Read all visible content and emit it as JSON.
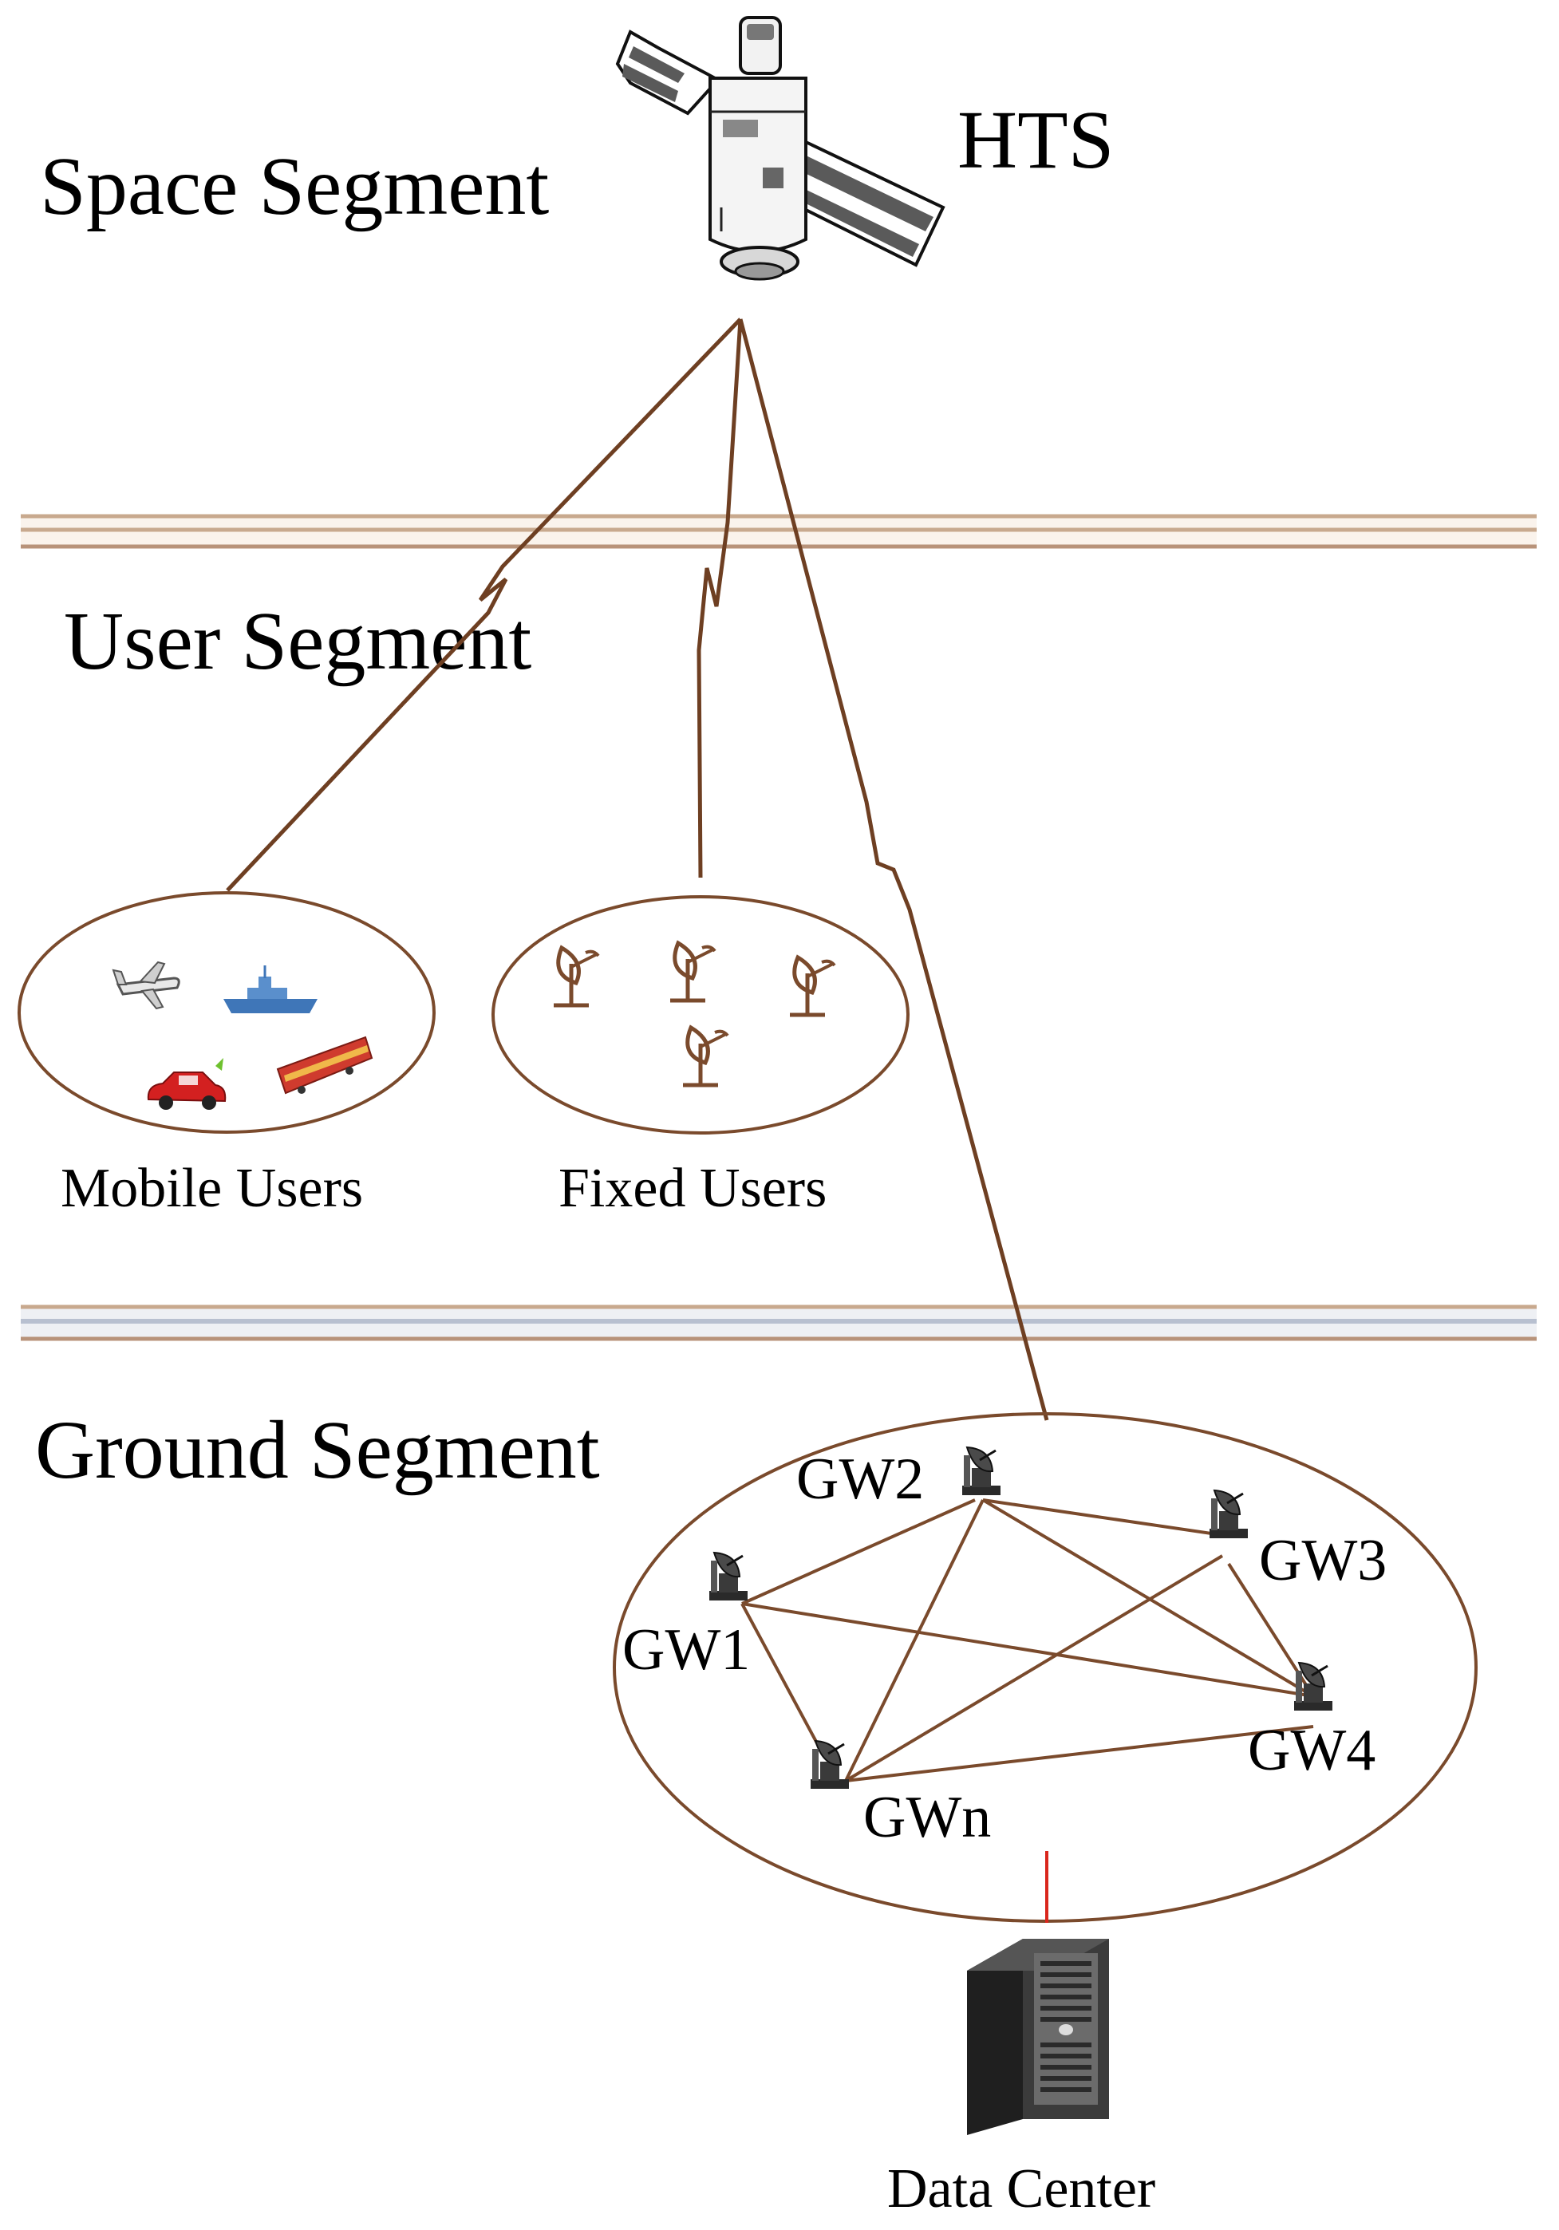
{
  "segments": {
    "space": "Space Segment",
    "user": "User Segment",
    "ground": "Ground Segment"
  },
  "satellite_label": "HTS",
  "user_groups": {
    "mobile": "Mobile Users",
    "fixed": "Fixed Users"
  },
  "gateways": {
    "gw1": "GW1",
    "gw2": "GW2",
    "gw3": "GW3",
    "gw4": "GW4",
    "gwn": "GWn"
  },
  "data_center": "Data Center",
  "colors": {
    "link": "#7a4a2c",
    "band": "#c8a98e",
    "data_center_link": "#d9261c"
  },
  "icons": {
    "satellite": "satellite-icon",
    "airplane": "airplane-icon",
    "ship": "ship-icon",
    "car": "car-icon",
    "train": "train-icon",
    "dish": "satellite-dish-icon",
    "gateway": "gateway-station-icon",
    "server": "server-tower-icon"
  }
}
